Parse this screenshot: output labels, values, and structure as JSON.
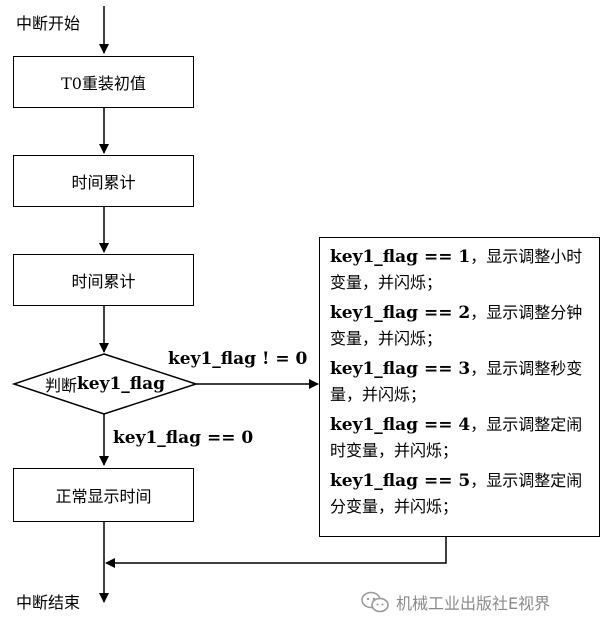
{
  "start": {
    "label": "中断开始"
  },
  "steps": [
    {
      "label": "T0重装初值"
    },
    {
      "label": "时间累计"
    },
    {
      "label": "时间累计"
    }
  ],
  "decision": {
    "prefix": "判断",
    "var": "key1_flag"
  },
  "branches": {
    "not_zero": "key1_flag ! = 0",
    "zero": "key1_flag == 0"
  },
  "normal_box": {
    "label": "正常显示时间"
  },
  "end": {
    "label": "中断结束"
  },
  "side_items": [
    {
      "cond": "key1_flag == 1",
      "text": "，显示调整小时变量，并闪烁；"
    },
    {
      "cond": "key1_flag == 2",
      "text": "，显示调整分钟变量，并闪烁；"
    },
    {
      "cond": "key1_flag == 3",
      "text": "，显示调整秒变量，并闪烁；"
    },
    {
      "cond": "key1_flag == 4",
      "text": "，显示调整定闹时变量，并闪烁；"
    },
    {
      "cond": "key1_flag == 5",
      "text": "，显示调整定闹分变量，并闪烁；"
    }
  ],
  "watermark": {
    "text": "机械工业出版社E视界",
    "icon": "wechat-bubbles-icon"
  }
}
